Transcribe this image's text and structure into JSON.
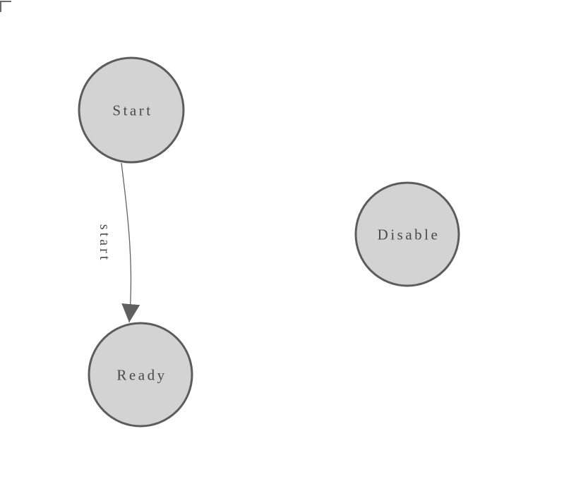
{
  "diagram": {
    "kind": "state-machine",
    "background": "#ffffff",
    "nodes": [
      {
        "id": "start",
        "label": "Start"
      },
      {
        "id": "ready",
        "label": "Ready"
      },
      {
        "id": "disable",
        "label": "Disable"
      }
    ],
    "edges": [
      {
        "from": "start",
        "to": "ready",
        "label": "start"
      }
    ],
    "colors": {
      "node_fill": "#d3d3d3",
      "node_stroke": "#5c5c5c",
      "edge_stroke": "#626262",
      "arrowhead_fill": "#5f5f5f",
      "label_text": "#4a4a4a",
      "origin_marker": "#6a6a6a"
    }
  }
}
